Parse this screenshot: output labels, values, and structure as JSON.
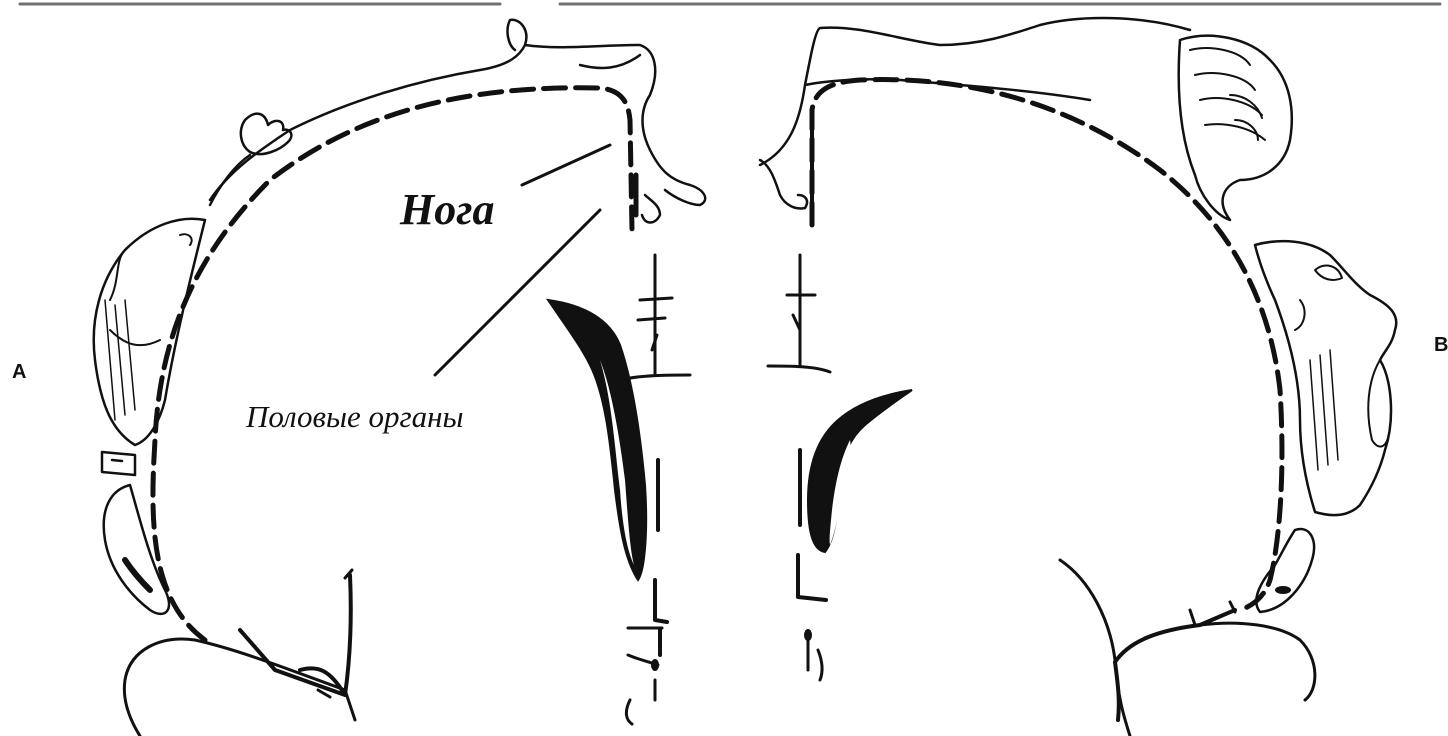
{
  "figure": {
    "left_hemisphere_label": "A",
    "right_hemisphere_label": "B",
    "annotations": {
      "leg_label": "Нога",
      "genitals_label": "Половые органы"
    }
  },
  "colors": {
    "ink": "#111111",
    "background": "#ffffff"
  }
}
